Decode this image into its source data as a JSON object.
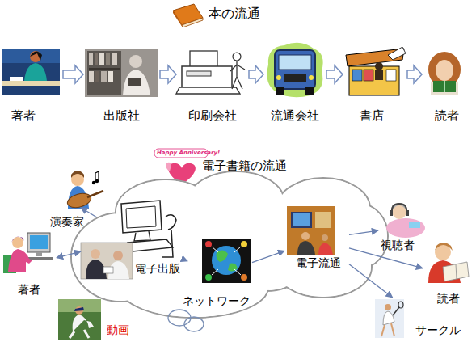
{
  "diagram": {
    "nodes": [
      {
        "text": [
          "著者"
        ]
      },
      {
        "text": [
          "出版社"
        ]
      },
      {
        "text": [
          "印刷会社"
        ]
      },
      {
        "text": [
          "流通会社"
        ]
      },
      {
        "text": [
          "書店"
        ]
      },
      {
        "text": [
          "読者"
        ]
      },
      {
        "text": [
          "演奏家"
        ]
      },
      {
        "text": [
          "著者"
        ]
      },
      {
        "text": [
          "電子出版"
        ]
      },
      {
        "text": [
          "ネットワーク"
        ]
      },
      {
        "text": [
          "動画"
        ]
      },
      {
        "text": [
          "電子流通"
        ]
      },
      {
        "text": [
          "視聴者"
        ]
      },
      {
        "text": [
          "読者"
        ]
      },
      {
        "text": [
          "サークル"
        ]
      }
    ],
    "edges": [
      {
        "from": 0,
        "to": 1,
        "arrow": "to"
      },
      {
        "from": 1,
        "to": 2,
        "arrow": "to"
      },
      {
        "from": 2,
        "to": 3,
        "arrow": "to"
      },
      {
        "from": 3,
        "to": 4,
        "arrow": "to"
      },
      {
        "from": 4,
        "to": 5,
        "arrow": "to"
      },
      {
        "from": 6,
        "to": 8,
        "arrow": "to"
      },
      {
        "from": 7,
        "to": 8,
        "arrow": "both"
      },
      {
        "from": 8,
        "to": 9,
        "arrow": "to"
      },
      {
        "from": 9,
        "to": 11,
        "arrow": "to"
      },
      {
        "from": 11,
        "to": 12,
        "arrow": "to"
      },
      {
        "from": 11,
        "to": 13,
        "arrow": "to"
      },
      {
        "from": 11,
        "to": 14,
        "arrow": "to"
      }
    ],
    "labels": [
      "本の流通",
      "電子書籍の流通",
      "Happy Anniversary!"
    ]
  }
}
